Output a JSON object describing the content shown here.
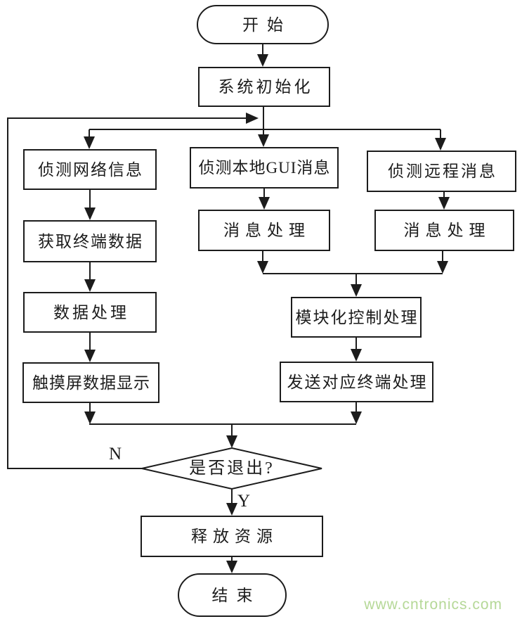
{
  "diagram_type": "flowchart",
  "nodes": {
    "start": "开始",
    "init": "系统初始化",
    "detect_network": "侦测网络信息",
    "get_terminal_data": "获取终端数据",
    "data_processing": "数据处理",
    "touch_display": "触摸屏数据显示",
    "detect_local_gui": "侦测本地GUI消息",
    "msg_process_local": "消息处理",
    "detect_remote": "侦测远程消息",
    "msg_process_remote": "消息处理",
    "modular_control": "模块化控制处理",
    "send_terminal": "发送对应终端处理",
    "decision_exit": "是否退出?",
    "release_resources": "释放资源",
    "end": "结束"
  },
  "edge_labels": {
    "no": "N",
    "yes": "Y"
  },
  "watermark": "www.cntronics.com",
  "colors": {
    "line": "#1c1c1c",
    "text": "#1c1c1c",
    "node_fill": "#ffffff",
    "background": "#ffffff",
    "watermark": "#b5d897"
  }
}
